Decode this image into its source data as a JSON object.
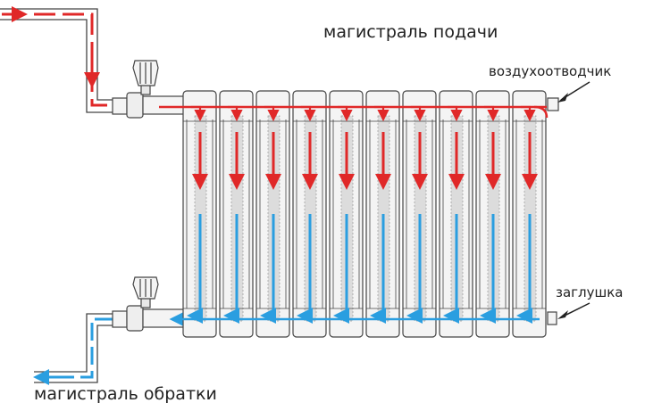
{
  "labels": {
    "supply_main": "магистраль подачи",
    "return_main": "магистраль обратки",
    "air_vent": "воздухоотводчик",
    "plug": "заглушка"
  },
  "diagram": {
    "section_count": 10,
    "colors": {
      "hot_flow": "#e02828",
      "cold_flow": "#2a9ee0",
      "outline": "#444444",
      "fill": "#f4f4f4",
      "channel": "#dcdcdc"
    }
  }
}
